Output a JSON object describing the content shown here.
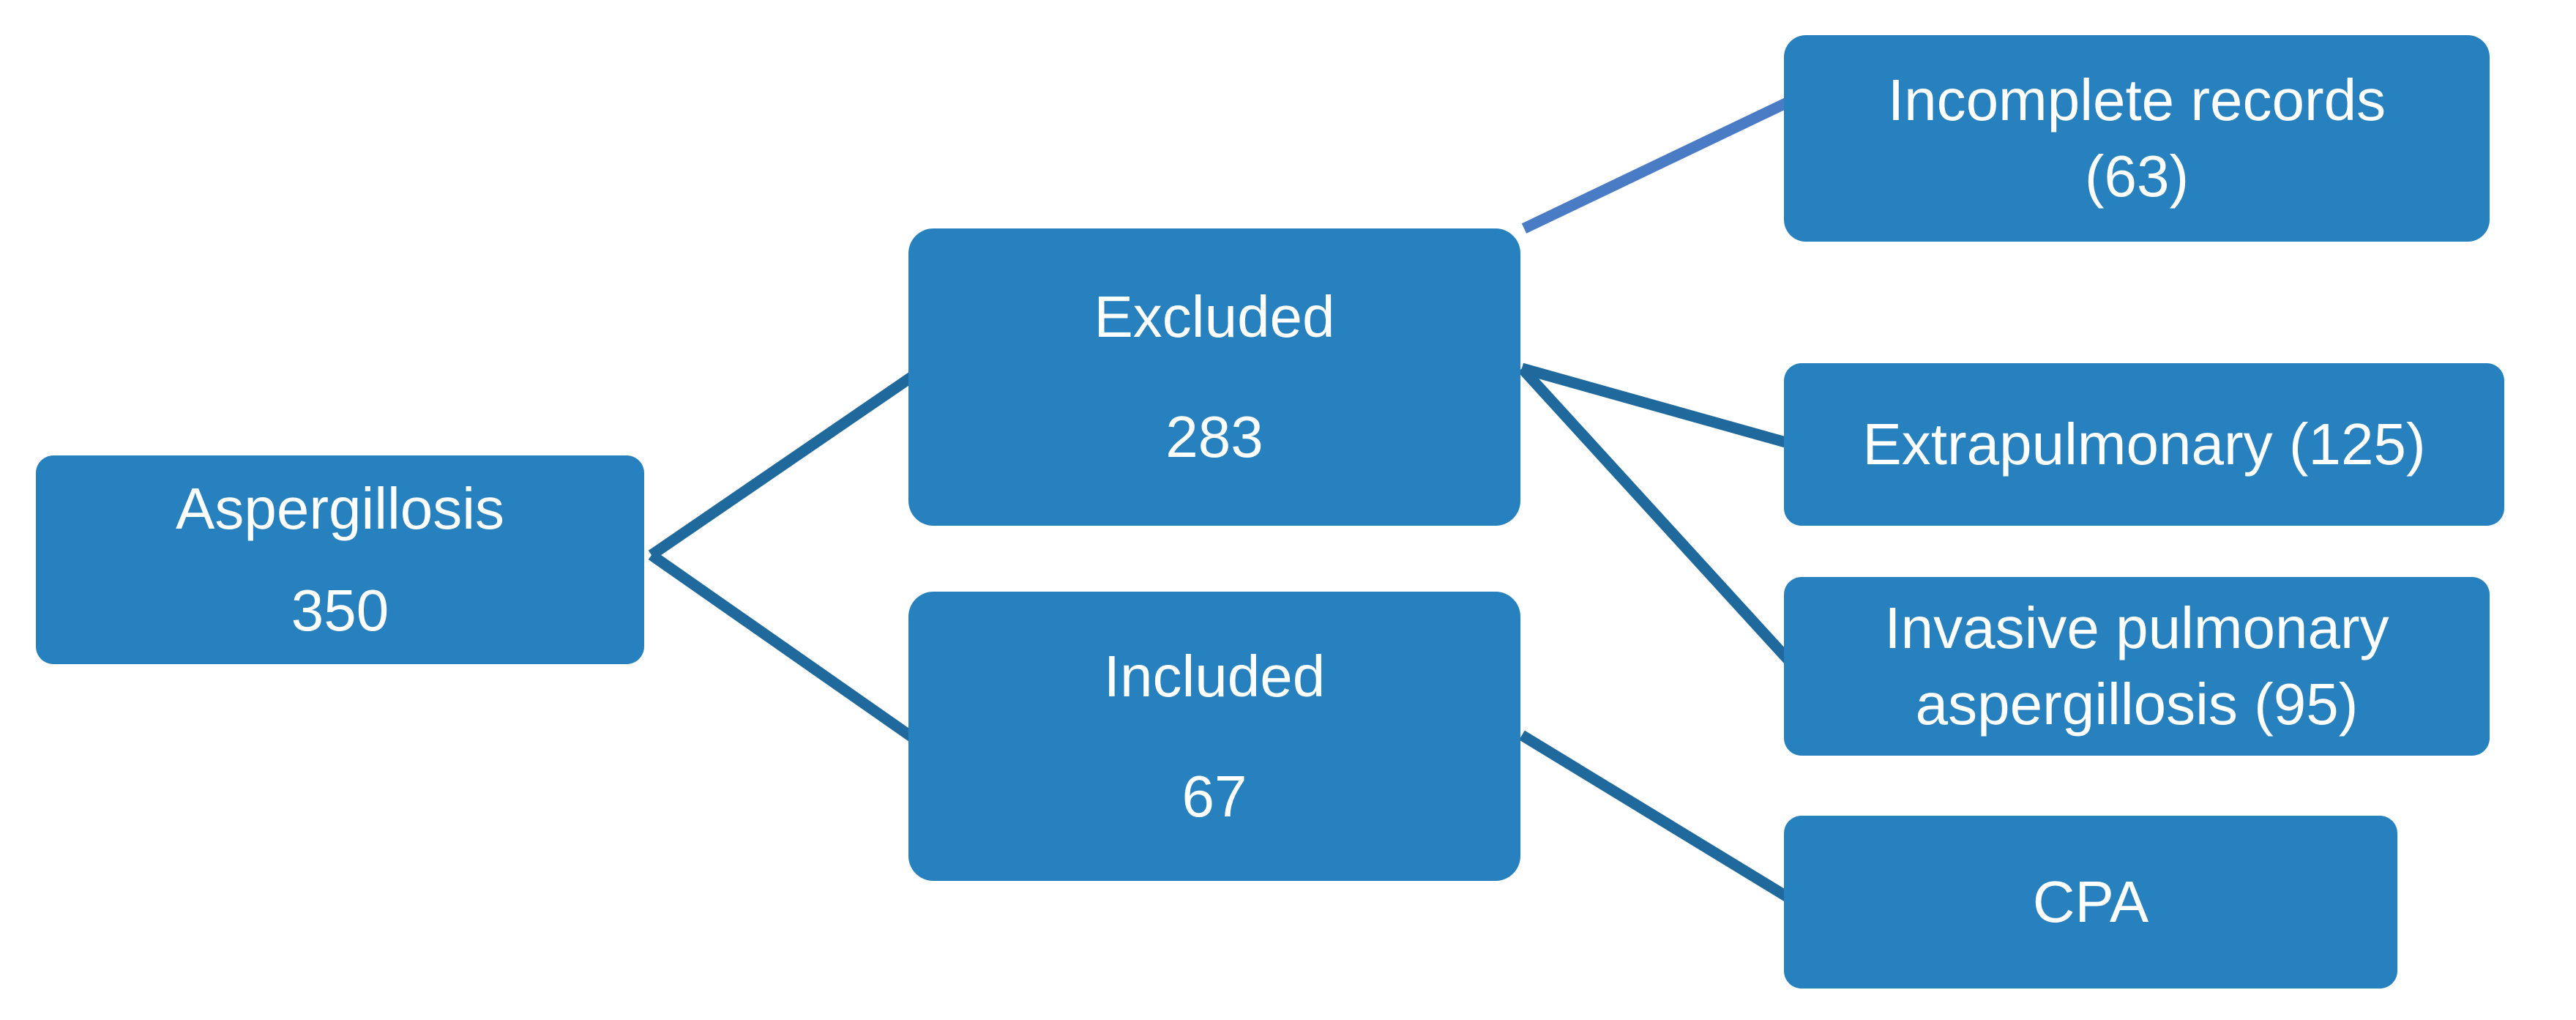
{
  "figure": {
    "type": "flowchart",
    "description": "Patient flow diagram: aspergillosis cases split into excluded and included groups with exclusion reasons and final cohort",
    "background": "#FFFFFF"
  },
  "colors": {
    "node_fill": "#2681BE",
    "node_text": "#FFFFFF",
    "connector_dark": "#1F699C",
    "connector_light": "#4A7CC6"
  },
  "nodes": {
    "root": {
      "title": "Aspergillosis",
      "count": "350"
    },
    "excluded": {
      "title": "Excluded",
      "count": "283"
    },
    "included": {
      "title": "Included",
      "count": "67"
    },
    "incomplete_records": {
      "line1": "Incomplete records",
      "line2": "(63)"
    },
    "extrapulmonary": {
      "label": "Extrapulmonary (125)"
    },
    "invasive_pulmonary": {
      "line1": "Invasive pulmonary",
      "line2": "aspergillosis (95)"
    },
    "cpa": {
      "label": "CPA"
    }
  },
  "edges": [
    {
      "from": "Aspergillosis 350",
      "to": "Excluded 283"
    },
    {
      "from": "Aspergillosis 350",
      "to": "Included 67"
    },
    {
      "from": "Excluded 283",
      "to": "Incomplete records (63)"
    },
    {
      "from": "Excluded 283",
      "to": "Extrapulmonary (125)"
    },
    {
      "from": "Excluded 283",
      "to": "Invasive pulmonary aspergillosis (95)"
    },
    {
      "from": "Included 67",
      "to": "CPA"
    }
  ]
}
